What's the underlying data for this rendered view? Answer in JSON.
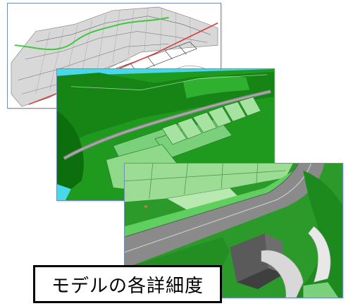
{
  "caption": {
    "label": "モデルの各詳細度"
  },
  "panels": [
    {
      "id": "lod-wireframe",
      "style": "point-cloud / wireframe terrain"
    },
    {
      "id": "lod-medium",
      "style": "green surface model with road and slope blocks"
    },
    {
      "id": "lod-detailed",
      "style": "detailed road, bridge abutment and slopes"
    }
  ],
  "colors": {
    "panel_border": "#6f8fb3",
    "terrain_green": "#1f9a1f",
    "dark_green": "#0d6e0d",
    "light_green": "#7bd17b",
    "pale_green": "#bfe7b5",
    "sky_cyan": "#48d8ea",
    "road_gray": "#8a8a8a",
    "route_red": "#d83a3a",
    "route_green": "#3ec83e"
  }
}
